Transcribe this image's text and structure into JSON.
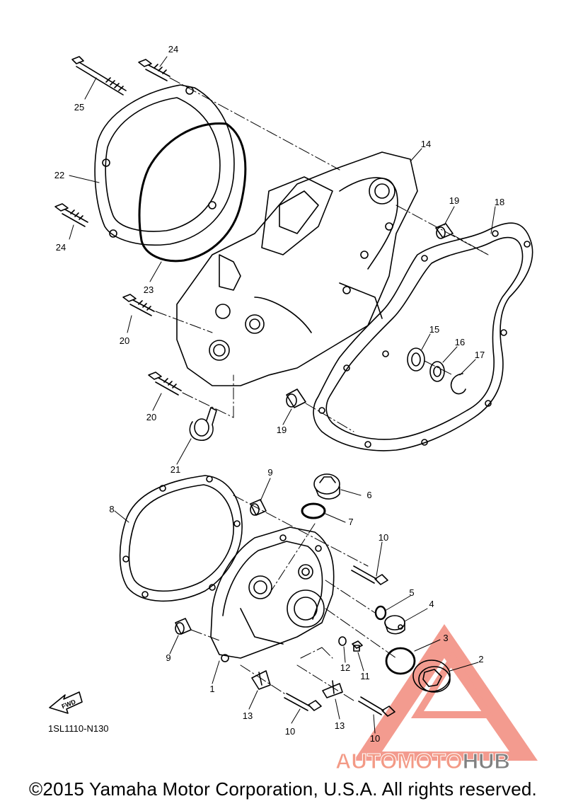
{
  "diagram_code": "1SL1110-N130",
  "fwd_label": "FWD",
  "copyright": "©2015 Yamaha Motor Corporation, U.S.A. All rights reserved.",
  "watermark": {
    "part1": "AUTOMOTO",
    "part2": "HUB",
    "color_main": "#f39a86",
    "color_accent": "#808080"
  },
  "callouts": [
    {
      "id": "c1",
      "text": "1"
    },
    {
      "id": "c2",
      "text": "2"
    },
    {
      "id": "c3",
      "text": "3"
    },
    {
      "id": "c4",
      "text": "4"
    },
    {
      "id": "c5",
      "text": "5"
    },
    {
      "id": "c6",
      "text": "6"
    },
    {
      "id": "c7",
      "text": "7"
    },
    {
      "id": "c8",
      "text": "8"
    },
    {
      "id": "c9a",
      "text": "9"
    },
    {
      "id": "c9b",
      "text": "9"
    },
    {
      "id": "c10a",
      "text": "10"
    },
    {
      "id": "c10b",
      "text": "10"
    },
    {
      "id": "c10c",
      "text": "10"
    },
    {
      "id": "c11",
      "text": "11"
    },
    {
      "id": "c12",
      "text": "12"
    },
    {
      "id": "c13a",
      "text": "13"
    },
    {
      "id": "c13b",
      "text": "13"
    },
    {
      "id": "c14",
      "text": "14"
    },
    {
      "id": "c15",
      "text": "15"
    },
    {
      "id": "c16",
      "text": "16"
    },
    {
      "id": "c17",
      "text": "17"
    },
    {
      "id": "c18",
      "text": "18"
    },
    {
      "id": "c19a",
      "text": "19"
    },
    {
      "id": "c19b",
      "text": "19"
    },
    {
      "id": "c20a",
      "text": "20"
    },
    {
      "id": "c20b",
      "text": "20"
    },
    {
      "id": "c21",
      "text": "21"
    },
    {
      "id": "c22",
      "text": "22"
    },
    {
      "id": "c23",
      "text": "23"
    },
    {
      "id": "c24a",
      "text": "24"
    },
    {
      "id": "c24b",
      "text": "24"
    },
    {
      "id": "c25",
      "text": "25"
    }
  ]
}
